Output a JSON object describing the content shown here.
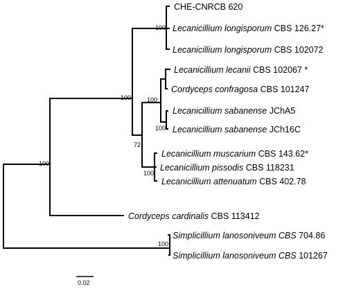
{
  "taxa": [
    {
      "id": "che",
      "genus": "",
      "epithet": "",
      "suffix": "CHE-CNRCB 620"
    },
    {
      "id": "llong1",
      "genus": "Lecanicillium",
      "epithet": "longisporum",
      "suffix": "CBS 126.27*"
    },
    {
      "id": "llong2",
      "genus": "Lecanicillium",
      "epithet": "longisporum",
      "suffix": "CBS 102072"
    },
    {
      "id": "llec",
      "genus": "Lecanicillium",
      "epithet": "lecanii",
      "suffix": "CBS 102067 *"
    },
    {
      "id": "ccon",
      "genus": "Cordyceps",
      "epithet": "confragosa",
      "suffix": "CBS 101247"
    },
    {
      "id": "lsab1",
      "genus": "Lecanicillium",
      "epithet": "sabanense",
      "suffix": "JChA5"
    },
    {
      "id": "lsab2",
      "genus": "Lecanicillium",
      "epithet": "sabanense",
      "suffix": "JCh16C"
    },
    {
      "id": "lmus",
      "genus": "Lecanicillium",
      "epithet": "muscarium",
      "suffix": "CBS 143.62*"
    },
    {
      "id": "lpis",
      "genus": "Lecanicillium",
      "epithet": "pissodis",
      "suffix": "CBS 118231"
    },
    {
      "id": "latt",
      "genus": "Lecanicillium",
      "epithet": "attenuatum",
      "suffix": "CBS 402.78"
    },
    {
      "id": "ccar",
      "genus": "Cordyceps",
      "epithet": "cardinalis",
      "suffix": "CBS 113412"
    },
    {
      "id": "slan1",
      "genus": "Simplicillium",
      "epithet": "lanosoniveum",
      "suffix": "CBS 704.86",
      "suffix_italic": "CBS"
    },
    {
      "id": "slan2",
      "genus": "Simplicillium",
      "epithet": "lanosoniveum",
      "suffix": "CBS 101267",
      "suffix_italic": "CBS"
    }
  ],
  "bootstrap": [
    "100",
    "100",
    "100",
    "100",
    "72",
    "100",
    "100",
    "100"
  ],
  "scale": {
    "label": "0.02"
  }
}
